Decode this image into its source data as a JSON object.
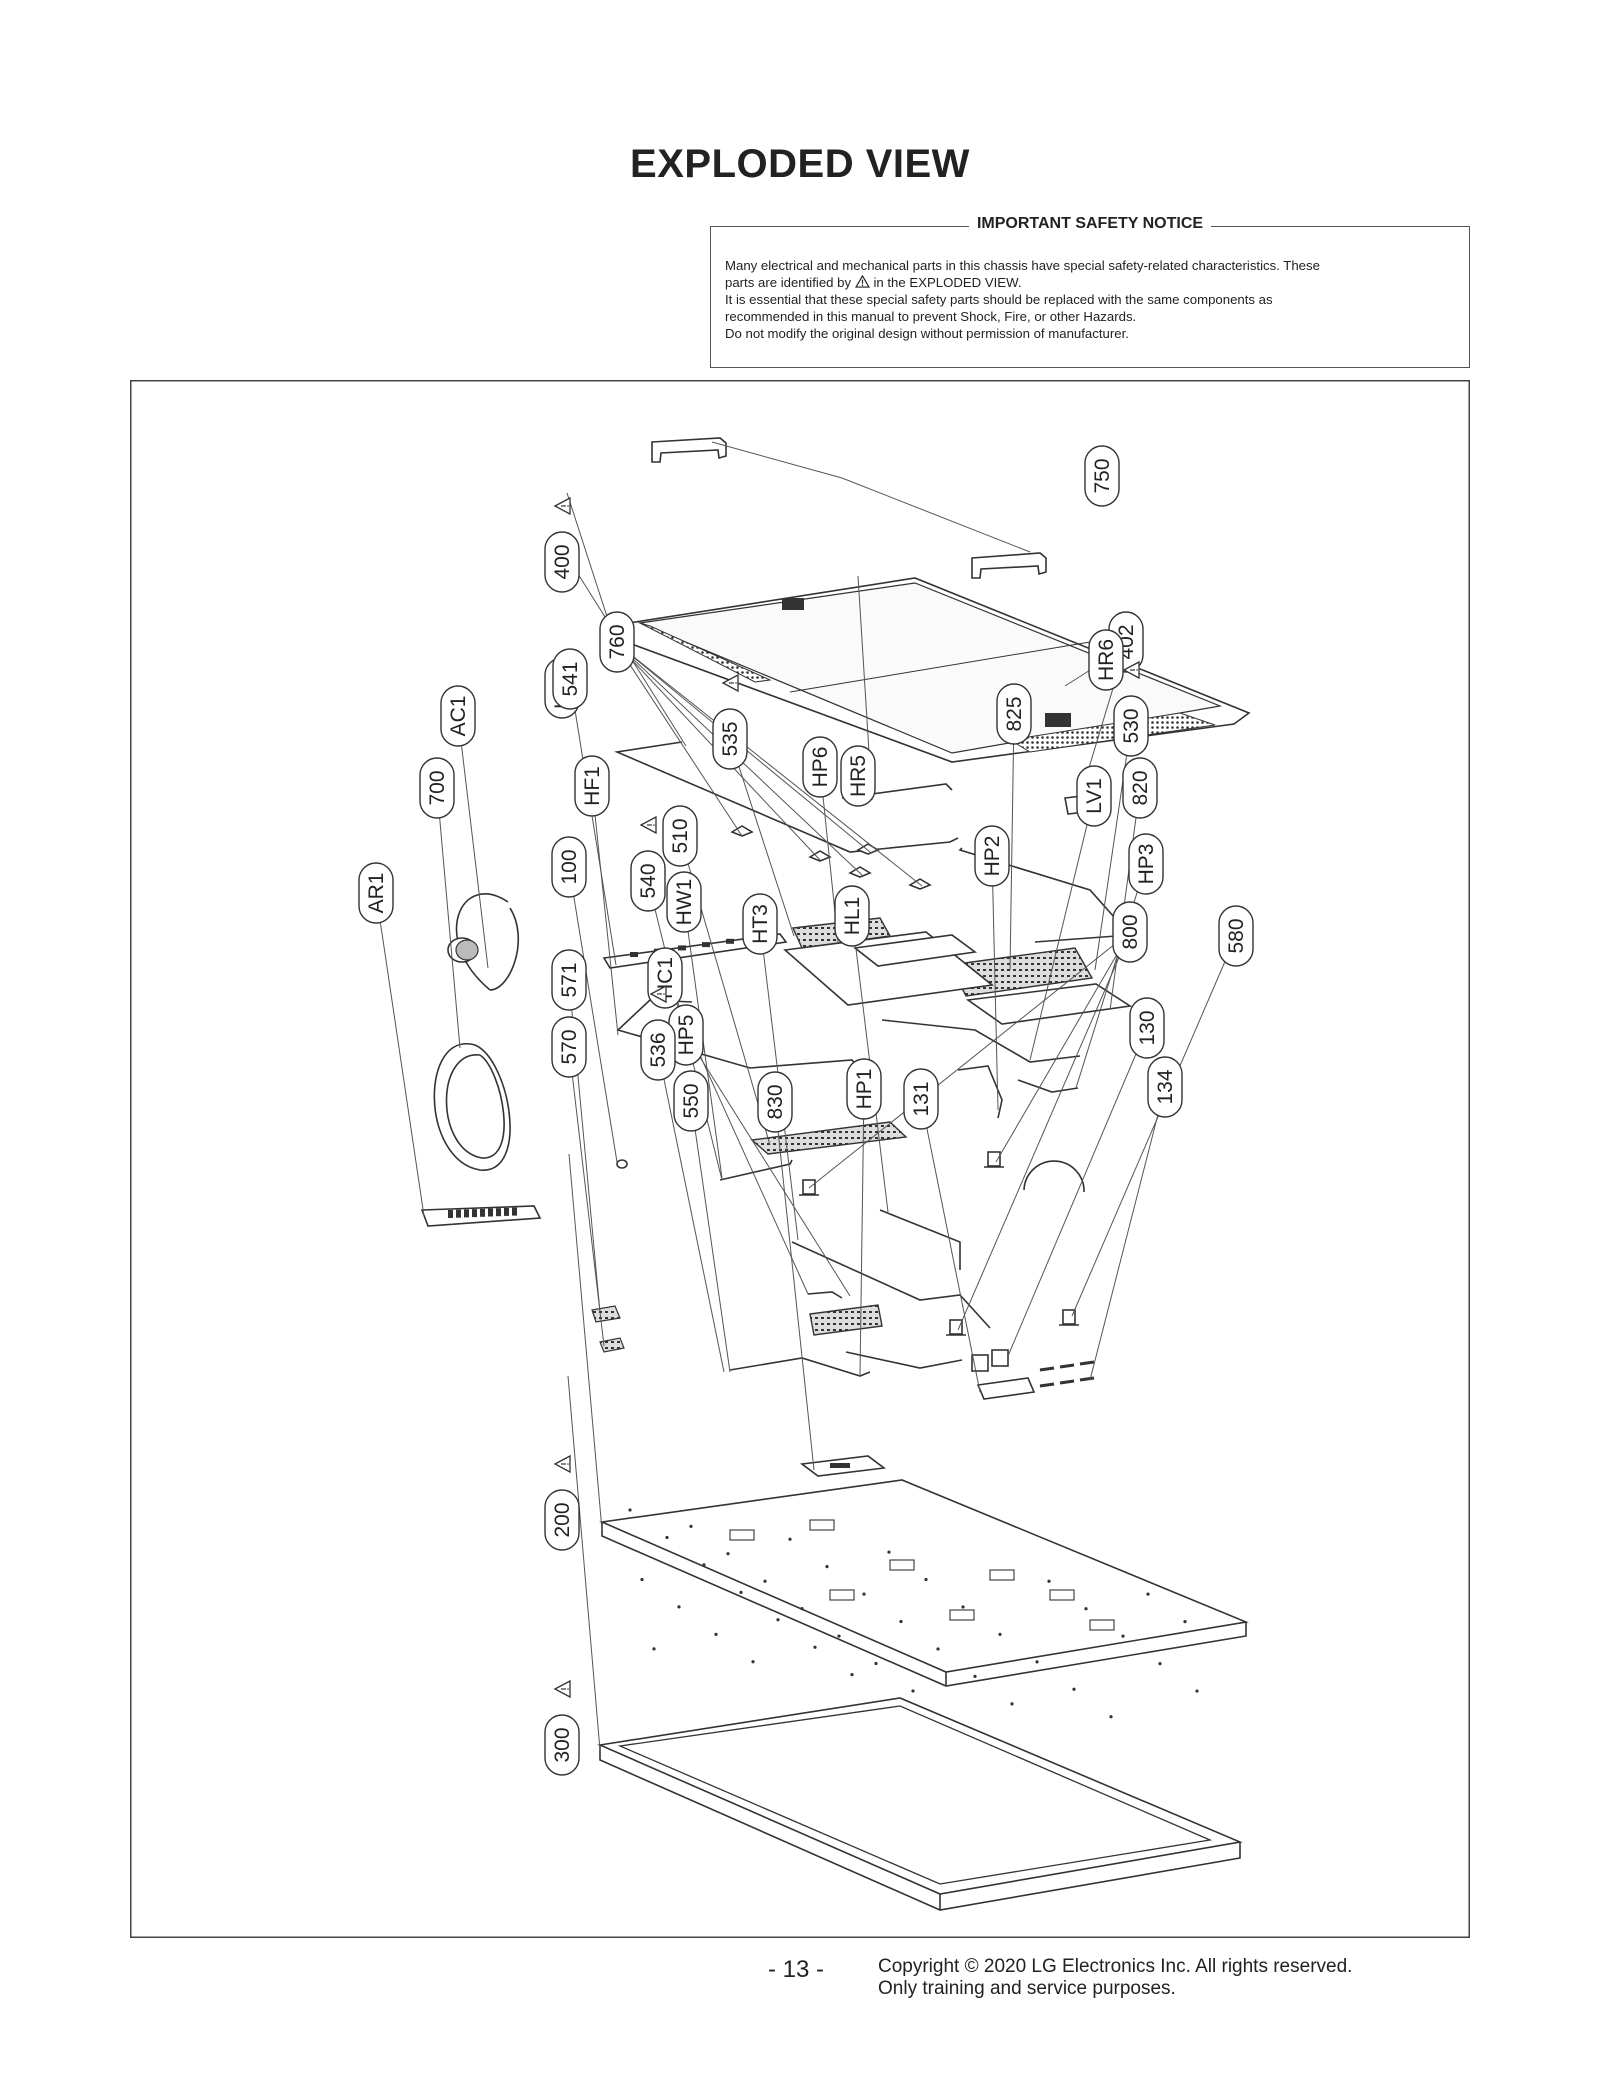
{
  "page": {
    "title": "EXPLODED VIEW",
    "page_number": "- 13 -",
    "copyright": "Copyright © 2020 LG Electronics Inc. All rights reserved.",
    "purpose": "Only training and service purposes."
  },
  "notice": {
    "title": "IMPORTANT SAFETY NOTICE",
    "line1": "Many electrical and mechanical parts in this chassis have special safety-related characteristics. These",
    "line2a": "parts are identified by",
    "line2b": "in the EXPLODED VIEW.",
    "line3": "It is essential that these special safety parts should be replaced with the same components as",
    "line4": "recommended in this manual to prevent Shock, Fire, or other Hazards.",
    "line5": "Do not modify the original design without permission of manufacturer."
  },
  "parts": [
    {
      "id": "750",
      "safety": false
    },
    {
      "id": "400",
      "safety": true
    },
    {
      "id": "HR7",
      "safety": false
    },
    {
      "id": "HR5",
      "safety": false
    },
    {
      "id": "402",
      "safety": false
    },
    {
      "id": "760",
      "safety": false
    },
    {
      "id": "HR6",
      "safety": false
    },
    {
      "id": "541",
      "safety": false
    },
    {
      "id": "AC1",
      "safety": false
    },
    {
      "id": "825",
      "safety": false
    },
    {
      "id": "530",
      "safety": true
    },
    {
      "id": "535",
      "safety": true
    },
    {
      "id": "HP6",
      "safety": false
    },
    {
      "id": "820",
      "safety": false
    },
    {
      "id": "700",
      "safety": false
    },
    {
      "id": "HF1",
      "safety": false
    },
    {
      "id": "LV1",
      "safety": false
    },
    {
      "id": "510",
      "safety": false
    },
    {
      "id": "HP2",
      "safety": false
    },
    {
      "id": "HP3",
      "safety": false
    },
    {
      "id": "100",
      "safety": false
    },
    {
      "id": "540",
      "safety": true
    },
    {
      "id": "AR1",
      "safety": false
    },
    {
      "id": "HW1",
      "safety": false
    },
    {
      "id": "HT3",
      "safety": false
    },
    {
      "id": "HL1",
      "safety": false
    },
    {
      "id": "800",
      "safety": false
    },
    {
      "id": "580",
      "safety": false
    },
    {
      "id": "571",
      "safety": false
    },
    {
      "id": "HC1",
      "safety": false
    },
    {
      "id": "HP5",
      "safety": false
    },
    {
      "id": "570",
      "safety": false
    },
    {
      "id": "536",
      "safety": true
    },
    {
      "id": "130",
      "safety": false
    },
    {
      "id": "550",
      "safety": false
    },
    {
      "id": "HP1",
      "safety": false
    },
    {
      "id": "131",
      "safety": false
    },
    {
      "id": "134",
      "safety": false
    },
    {
      "id": "830",
      "safety": false
    },
    {
      "id": "200",
      "safety": true
    },
    {
      "id": "300",
      "safety": true
    }
  ]
}
